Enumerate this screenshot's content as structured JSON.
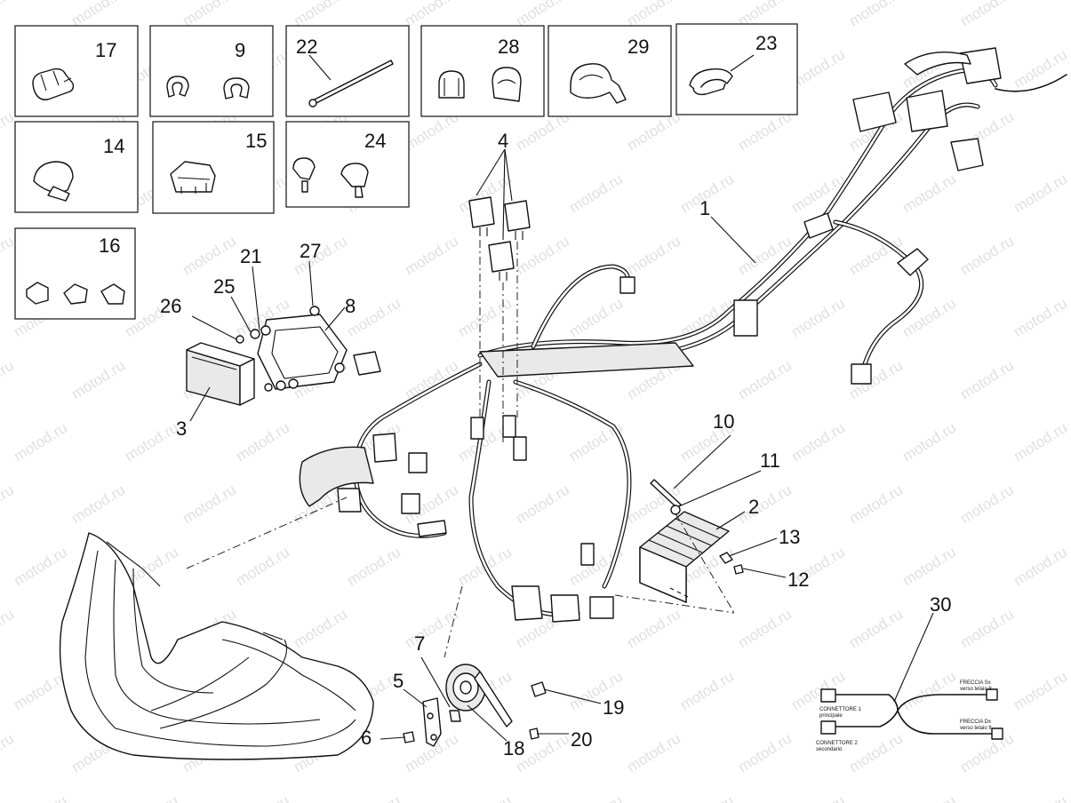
{
  "watermark": "motod.ru",
  "callouts": {
    "n1": "1",
    "n2": "2",
    "n3": "3",
    "n4": "4",
    "n5": "5",
    "n6": "6",
    "n7": "7",
    "n8": "8",
    "n9": "9",
    "n10": "10",
    "n11": "11",
    "n12": "12",
    "n13": "13",
    "n14": "14",
    "n15": "15",
    "n16": "16",
    "n17": "17",
    "n18": "18",
    "n19": "19",
    "n20": "20",
    "n21": "21",
    "n22": "22",
    "n23": "23",
    "n24": "24",
    "n25": "25",
    "n26": "26",
    "n27": "27",
    "n28": "28",
    "n29": "29",
    "n30": "30"
  },
  "harness_labels": {
    "right_top": "FRECCIA Sx",
    "right_top_sub": "verso telaio fr",
    "left_top": "CONNETTORE 1",
    "left_top_sub": "principale",
    "left_bottom": "CONNETTORE 2",
    "left_bottom_sub": "secondario",
    "right_bottom": "FRECCIA Dx",
    "right_bottom_sub": "verso telaio fr"
  }
}
